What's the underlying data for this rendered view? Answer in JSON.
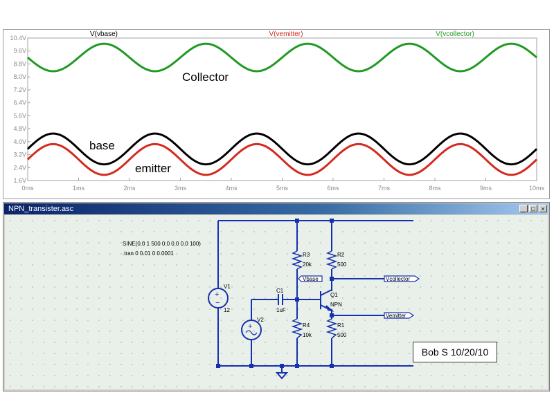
{
  "plot": {
    "legend": [
      {
        "label": "V(vbase)",
        "color": "#000000"
      },
      {
        "label": "V(vemitter)",
        "color": "#d42a1e"
      },
      {
        "label": "V(vcollector)",
        "color": "#1f9a22"
      }
    ],
    "annotations": {
      "collector": "Collector",
      "base": "base",
      "emitter": "emitter"
    }
  },
  "chart_data": {
    "type": "line",
    "x_ticks": [
      "0ms",
      "1ms",
      "2ms",
      "3ms",
      "4ms",
      "5ms",
      "6ms",
      "7ms",
      "8ms",
      "9ms",
      "10ms"
    ],
    "y_ticks": [
      "10.4V",
      "9.6V",
      "8.8V",
      "8.0V",
      "7.2V",
      "6.4V",
      "5.6V",
      "4.8V",
      "4.0V",
      "3.2V",
      "2.4V",
      "1.6V"
    ],
    "xlim": [
      0,
      10
    ],
    "ylim": [
      1.6,
      10.4
    ],
    "grid": false,
    "series": [
      {
        "name": "V(vcollector)",
        "color": "#1f9a22",
        "offset": 9.2,
        "amplitude": 0.85,
        "frequency_khz": 0.5,
        "phase": "peak at 1.5ms"
      },
      {
        "name": "V(vbase)",
        "color": "#000000",
        "offset": 3.55,
        "amplitude": 0.95,
        "frequency_khz": 0.5,
        "phase": "peak at 2.5ms"
      },
      {
        "name": "V(vemitter)",
        "color": "#d42a1e",
        "offset": 2.9,
        "amplitude": 0.95,
        "frequency_khz": 0.5,
        "phase": "peak at 2.5ms"
      }
    ]
  },
  "schematic": {
    "window_title": "NPN_transister.asc",
    "directive_sine": "SINE(0.0 1 500 0.0 0.0 0.0 100)",
    "directive_tran": ".tran 0 0.01 0 0.0001",
    "V1": {
      "name": "V1",
      "value": "12"
    },
    "V2": {
      "name": "V2"
    },
    "C1": {
      "name": "C1",
      "value": "1uF"
    },
    "R3": {
      "name": "R3",
      "value": "20k"
    },
    "R4": {
      "name": "R4",
      "value": "10k"
    },
    "R2": {
      "name": "R2",
      "value": "500"
    },
    "R1": {
      "name": "R1",
      "value": "500"
    },
    "Q1": {
      "name": "Q1",
      "value": "NPN"
    },
    "labels": {
      "vbase": "Vbase",
      "vcollector": "Vcollector",
      "vemitter": "Vemitter"
    },
    "signature": "Bob S 10/20/10",
    "wire_color": "#1630b0"
  }
}
